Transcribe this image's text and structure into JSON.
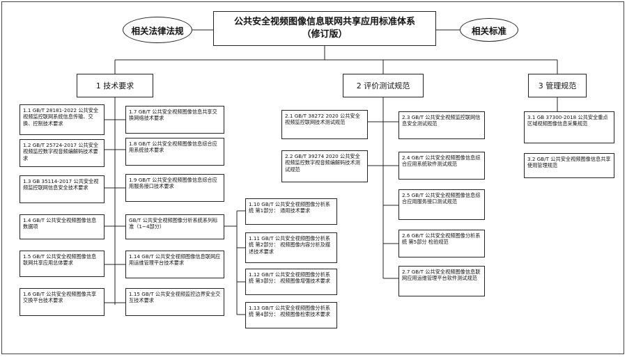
{
  "title": "公共安全视频图像信息联网共享应用标准体系\n（修订版）",
  "side_left": "相关法律法规",
  "side_right": "相关标准",
  "cat1": "1  技术要求",
  "cat2": "2  评价测试规范",
  "cat3": "3  管理规范",
  "c1_left": [
    "1.1 GB/T 28181-2022 公共安全视频监控联网系统信息传输、交换、控制技术要求",
    "1.2 GB/T 25724-2017 公共安全视频监控数字视音频编解码技术要求",
    "1.3 GB 35114-2017 公共安全视频监控联网信息安全技术要求",
    "1.4 GB/T 公共安全视频图像信息数据项",
    "1.5 GB/T 公共安全视频图像信息联网共享应用总体要求",
    "1.6 GB/T 公共安全视频图像共享交换平台技术要求"
  ],
  "c1_mid": [
    "1.7 GB/T 公共安全视频图像信息共享交换网络技术要求",
    "1.8 GB/T 公共安全视频图像信息综合应用系统技术要求",
    "1.9 GB/T 公共安全视频图像信息综合应用服务接口技术要求",
    "GB/T 公共安全视频图像分析系统系列标准（1~4部分）",
    "1.14  GB/T 公共安全视频图像信息联网应用运维管理平台技术要求",
    "1.15 GB/T 公共安全视频监控边界安全交互技术要求"
  ],
  "c1_sub": [
    "1.10  GB/T 公共安全视频图像分析系统 第1部分： 通用技术要求",
    "1.11  GB/T 公共安全视频图像分析系统 第2部分： 视频图像内容分析及描述技术要求",
    "1.12  GB/T 公共安全视频图像分析系统 第3部分： 视频图像增强技术要求",
    "1.13  GB/T 公共安全视频图像分析系统 第4部分： 视频图像检索技术要求"
  ],
  "c2_left": [
    "2.1 GB/T 38272 2020 公共安全视频监控联网技术测试规范",
    "2.2 GB/T 39274 2020 公共安全视频监控数字视音频编解码技术测试规范"
  ],
  "c2_right": [
    "2.3 GB/T 公共安全视频监控联网信息安全测试规范",
    "2.4 GB/T 公共安全视频图像信息综合应用系统软件测试规范",
    "2.5 GB/T 公共安全视频图像信息综合应用服务接口测试规范",
    "2.6 GB/T 公共安全视频图像分析系统 第5部分 检验规范",
    "2.7 GB/T 公共安全视频图像信息联网应用运维管理平台软件测试规范"
  ],
  "c3": [
    "3.1 GB 37300-2018 公共安全重点区域视频图像信息采集规范",
    "3.2 GB/T 公共安全视频图像信息共享使用管理规范"
  ]
}
